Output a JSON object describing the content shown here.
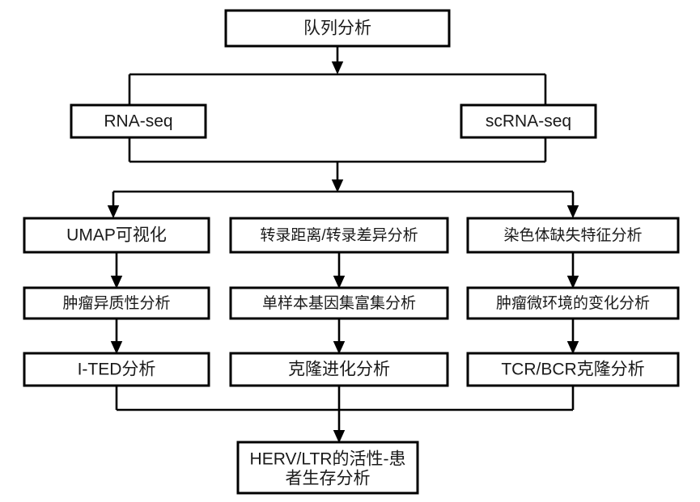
{
  "diagram": {
    "title_node": {
      "label": "队列分析"
    },
    "data_types": [
      {
        "id": "rna-seq",
        "label": "RNA-seq"
      },
      {
        "id": "scrna-seq",
        "label": "scRNA-seq"
      }
    ],
    "columns": [
      {
        "id": "left",
        "steps": [
          {
            "id": "umap-visualization",
            "label": "UMAP可视化"
          },
          {
            "id": "tumor-heterogeneity",
            "label": "肿瘤异质性分析"
          },
          {
            "id": "i-ted-analysis",
            "label": "I-TED分析"
          }
        ]
      },
      {
        "id": "center",
        "steps": [
          {
            "id": "transcript-distance",
            "label": "转录距离/转录差异分析"
          },
          {
            "id": "ssgsea",
            "label": "单样本基因集富集分析"
          },
          {
            "id": "clonal-evolution",
            "label": "克隆进化分析"
          }
        ]
      },
      {
        "id": "right",
        "steps": [
          {
            "id": "chromosome-loss",
            "label": "染色体缺失特征分析"
          },
          {
            "id": "tumor-microenvironment",
            "label": "肿瘤微环境的变化分析"
          },
          {
            "id": "tcr-bcr-clone",
            "label": "TCR/BCR克隆分析"
          }
        ]
      }
    ],
    "outcome_node": {
      "id": "herv-ltr-survival",
      "line1": "HERV/LTR的活性-患",
      "line2": "者生存分析"
    },
    "colors": {
      "stroke": "#000000",
      "fill": "#ffffff",
      "text": "#1a1a1a"
    }
  }
}
